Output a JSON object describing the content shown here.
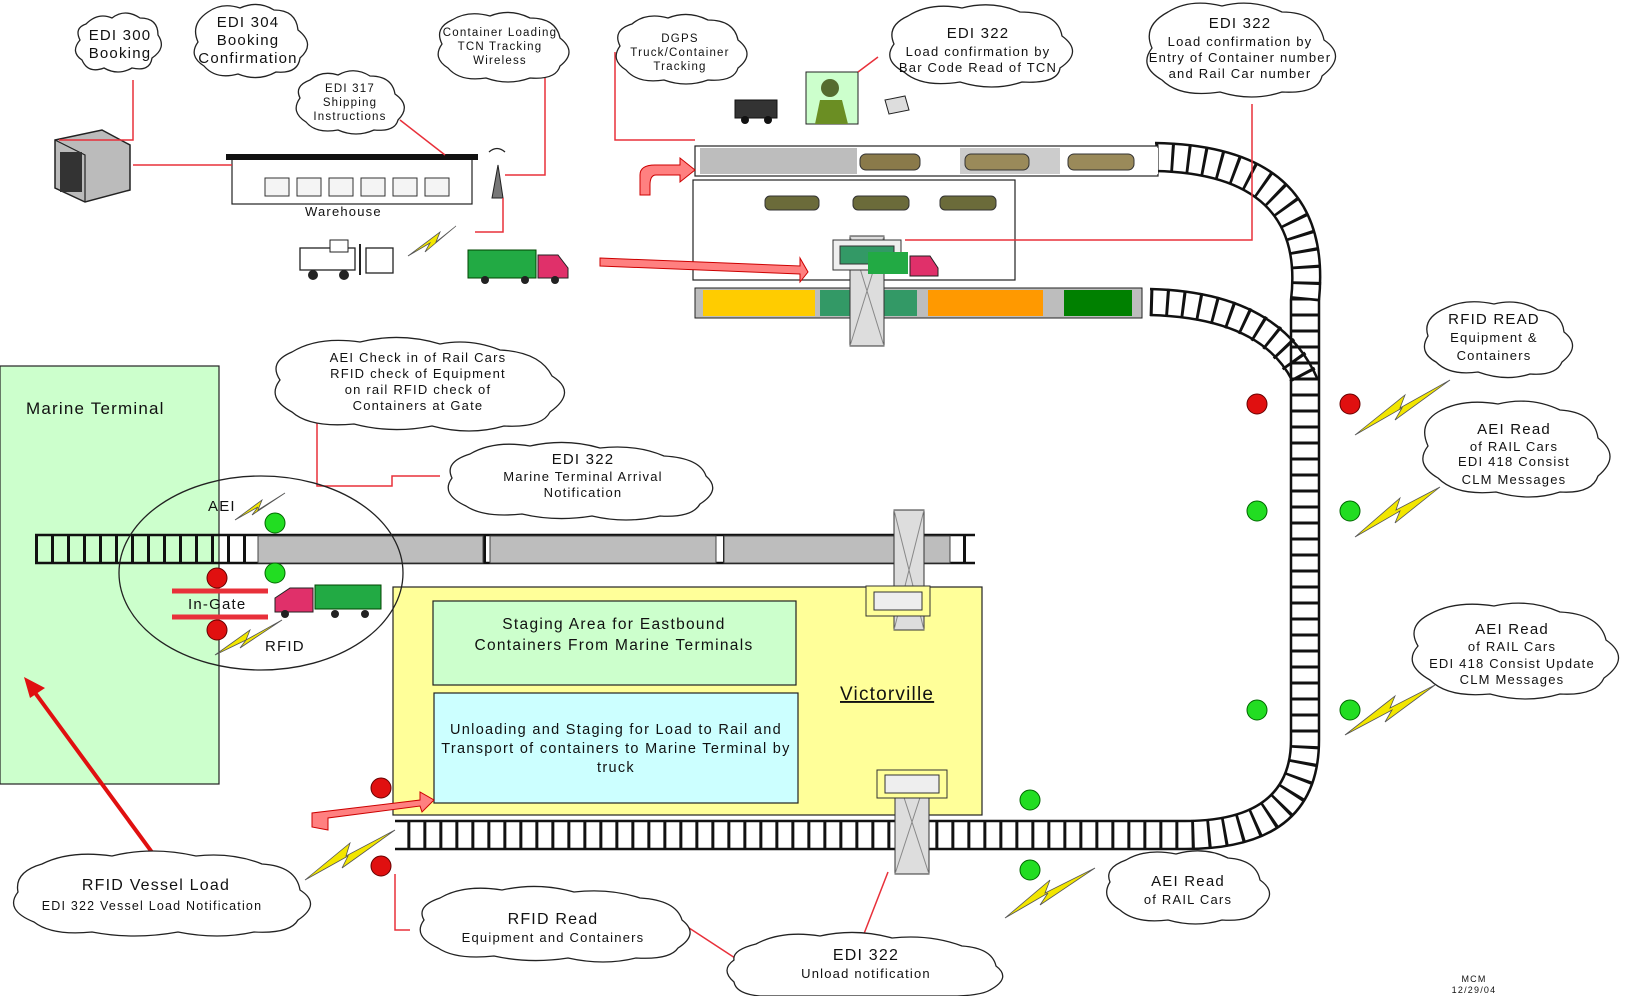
{
  "clouds": {
    "edi300": [
      "EDI 300",
      "Booking"
    ],
    "edi304": [
      "EDI 304",
      "Booking",
      "Confirmation"
    ],
    "edi317": [
      "EDI 317",
      "Shipping",
      "Instructions"
    ],
    "tcn": [
      "Container Loading",
      "TCN Tracking",
      "Wireless"
    ],
    "dgps": [
      "DGPS",
      "Truck/Container",
      "Tracking"
    ],
    "edi322_barcode": [
      "EDI 322",
      "Load confirmation by",
      "Bar Code Read of TCN"
    ],
    "edi322_entry": [
      "EDI 322",
      "Load confirmation by",
      "Entry of Container number",
      "and Rail Car number"
    ],
    "rfid_read_equip": [
      "RFID READ",
      "Equipment &",
      "Containers"
    ],
    "aei_consist": [
      "AEI Read",
      "of RAIL Cars",
      "EDI 418 Consist",
      "CLM Messages"
    ],
    "aei_checkin": [
      "AEI Check in of Rail Cars",
      "RFID check of Equipment",
      "on rail RFID check of",
      "Containers at Gate"
    ],
    "edi322_arrival": [
      "EDI 322",
      "Marine Terminal Arrival",
      "Notification"
    ],
    "aei_consist_update": [
      "AEI Read",
      "of RAIL Cars",
      "EDI 418 Consist Update",
      "CLM Messages"
    ],
    "rfid_vessel": [
      "RFID Vessel Load",
      "EDI 322 Vessel Load Notification"
    ],
    "rfid_read_bottom": [
      "RFID Read",
      "Equipment and Containers"
    ],
    "edi322_unload": [
      "EDI 322",
      "Unload notification"
    ],
    "aei_read_bottom": [
      "AEI Read",
      "of RAIL Cars"
    ]
  },
  "labels": {
    "warehouse": "Warehouse",
    "marine_terminal": "Marine Terminal",
    "aei": "AEI",
    "in_gate": "In-Gate",
    "rfid": "RFID",
    "victorville": "Victorville",
    "staging_east": "Staging Area for Eastbound Containers From Marine Terminals",
    "unloading": "Unloading and Staging for Load to Rail and Transport of containers to Marine Terminal by truck",
    "author": "MCM",
    "date": "12/29/04"
  },
  "colors": {
    "marine": "#ccffcc",
    "victorville": "#ffff99",
    "staging": "#ccffcc",
    "unloading": "#ccffff",
    "connector": "#e8303a",
    "lightning": "#f2e600",
    "signal_red": "#e01010",
    "signal_green": "#22dd22",
    "railcar_gray": "#bdbdbd",
    "car_yellow": "#ffcc00",
    "car_teal": "#339966",
    "car_orange": "#ff9900",
    "car_green": "#008000"
  }
}
